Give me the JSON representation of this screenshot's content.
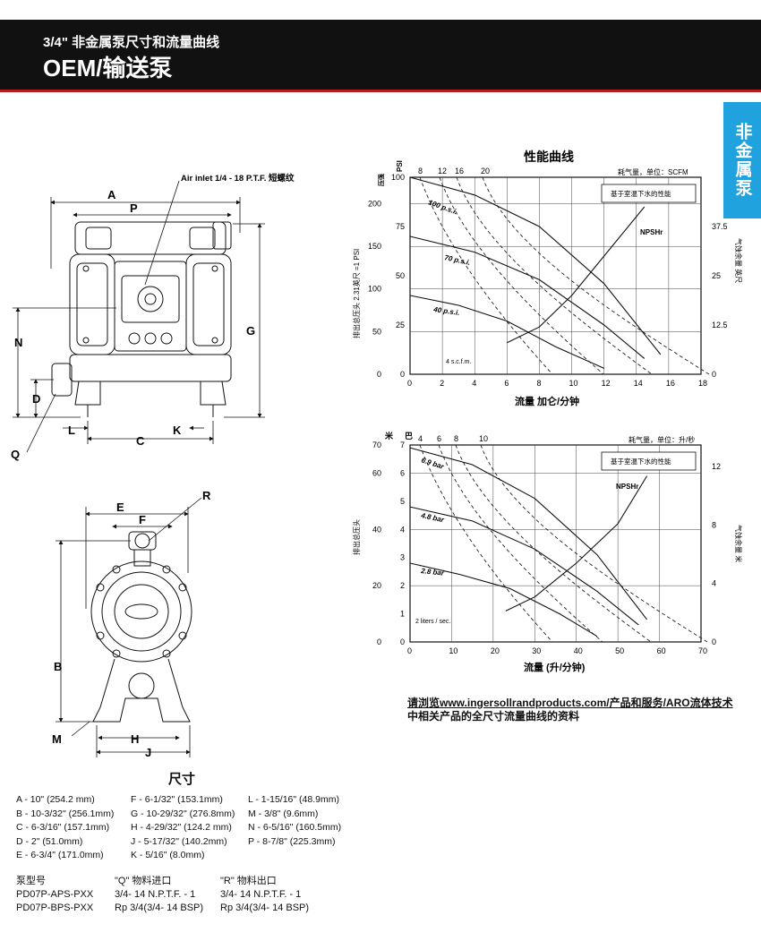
{
  "header": {
    "subtitle": "3/4\" 非金属泵尺寸和流量曲线",
    "title": "OEM/输送泵"
  },
  "side_tab": "非金属泵",
  "colors": {
    "header_bg": "#111111",
    "accent_red": "#b32020",
    "tab_blue": "#1fa2de"
  },
  "drawing_front": {
    "air_inlet_label": "Air inlet 1/4 - 18 P.T.F. 短螺纹",
    "dim_labels": [
      "A",
      "P",
      "N",
      "G",
      "D",
      "Q",
      "L",
      "C",
      "K"
    ]
  },
  "drawing_side": {
    "dim_labels": [
      "R",
      "E",
      "F",
      "B",
      "H",
      "J",
      "M"
    ]
  },
  "chart_top": {
    "title": "性能曲线",
    "scfm_label": "耗气量，单位：SCFM",
    "scfm_ticks": [
      "8",
      "12",
      "16",
      "20"
    ],
    "psi_axis_label": "PSI",
    "bar_axis_label": "压强",
    "y_label": "排出总压头 2.31英尺 =1 PSI",
    "x_label": "流量 加仑/分钟",
    "right_label": "气蚀余量 英尺",
    "legend": "基于室温下水的性能",
    "curve_labels": [
      "100 p.s.i.",
      "70 p.s.i.",
      "40 p.s.i.",
      "4 s.c.f.m.",
      "NPSHr"
    ],
    "x_ticks": [
      "0",
      "2",
      "4",
      "6",
      "8",
      "10",
      "12",
      "14",
      "16",
      "18"
    ],
    "y_ticks_ft": [
      "0",
      "50",
      "100",
      "150",
      "200"
    ],
    "y_ticks_psi": [
      "0",
      "25",
      "50",
      "75",
      "100"
    ],
    "right_ticks": [
      "0",
      "12.5",
      "25",
      "37.5"
    ]
  },
  "chart_bottom": {
    "scfm_label": "耗气量，单位：升/秒",
    "scfm_ticks": [
      "4",
      "6",
      "8",
      "10"
    ],
    "m_axis_label": "米",
    "bar_axis_label": "巴",
    "y_label": "排出总压头",
    "x_label": "流量 (升/分钟)",
    "right_label": "气蚀余量 米",
    "legend": "基于室温下水的性能",
    "curve_labels": [
      "6.9 bar",
      "4.8 bar",
      "2.8 bar",
      "2 liters / sec.",
      "NPSHr"
    ],
    "x_ticks": [
      "0",
      "10",
      "20",
      "30",
      "40",
      "50",
      "60",
      "70"
    ],
    "y_ticks_m": [
      "0",
      "20",
      "40",
      "60",
      "70"
    ],
    "y_ticks_bar": [
      "0",
      "1",
      "2",
      "3",
      "4",
      "5",
      "6",
      "7"
    ],
    "right_ticks": [
      "0",
      "4",
      "8",
      "12"
    ]
  },
  "chart_data": [
    {
      "type": "line",
      "title": "性能曲线",
      "xlabel": "流量 加仑/分钟",
      "ylabel": "排出总压头 2.31英尺 =1 PSI",
      "xlim": [
        0,
        18
      ],
      "ylim_psi": [
        0,
        100
      ],
      "series": [
        {
          "name": "100 p.s.i.",
          "x": [
            0,
            4,
            8,
            12,
            15.5
          ],
          "y": [
            100,
            91,
            75,
            46,
            10
          ]
        },
        {
          "name": "70 p.s.i.",
          "x": [
            0,
            4,
            8,
            12,
            14.5
          ],
          "y": [
            70,
            62,
            48,
            25,
            8
          ]
        },
        {
          "name": "40 p.s.i.",
          "x": [
            0,
            3,
            6,
            9,
            12
          ],
          "y": [
            40,
            35,
            27,
            14,
            3
          ]
        },
        {
          "name": "NPSHr",
          "x": [
            6,
            8,
            10,
            12,
            14.5
          ],
          "y": [
            16,
            24,
            40,
            60,
            85
          ]
        }
      ]
    },
    {
      "type": "line",
      "xlabel": "流量 (升/分钟)",
      "ylabel": "排出总压头",
      "xlim": [
        0,
        70
      ],
      "ylim_bar": [
        0,
        7
      ],
      "series": [
        {
          "name": "6.9 bar",
          "x": [
            0,
            15,
            30,
            45,
            57
          ],
          "y": [
            6.9,
            6.3,
            5.1,
            3.1,
            0.8
          ]
        },
        {
          "name": "4.8 bar",
          "x": [
            0,
            15,
            30,
            45,
            55
          ],
          "y": [
            4.8,
            4.3,
            3.3,
            1.8,
            0.6
          ]
        },
        {
          "name": "2.8 bar",
          "x": [
            0,
            12,
            24,
            36,
            45
          ],
          "y": [
            2.8,
            2.4,
            1.9,
            1.0,
            0.2
          ]
        },
        {
          "name": "NPSHr",
          "x": [
            23,
            30,
            40,
            50,
            57
          ],
          "y": [
            1.1,
            1.6,
            2.8,
            4.2,
            5.9
          ]
        }
      ]
    }
  ],
  "note": {
    "line1": "请浏览www.ingersollrandproducts.com/产品和服务/ARO流体技术",
    "line2": "中相关产品的全尺寸流量曲线的资料"
  },
  "dimensions": {
    "title": "尺寸",
    "col1": [
      "A - 10\" (254.2 mm)",
      "B - 10-3/32\" (256.1mm)",
      "C - 6-3/16\" (157.1mm)",
      "D - 2\" (51.0mm)",
      "E - 6-3/4\" (171.0mm)"
    ],
    "col2": [
      "F - 6-1/32\" (153.1mm)",
      "G - 10-29/32\" (276.8mm)",
      "H - 4-29/32\" (124.2 mm)",
      "J - 5-17/32\" (140.2mm)",
      "K - 5/16\" (8.0mm)"
    ],
    "col3": [
      "L - 1-15/16\" (48.9mm)",
      "M - 3/8\" (9.6mm)",
      "N - 6-5/16\" (160.5mm)",
      "P - 8-7/8\" (225.3mm)"
    ]
  },
  "models": {
    "header": [
      "泵型号",
      "\"Q\" 物料进口",
      "\"R\" 物料出口"
    ],
    "rows": [
      [
        "PD07P-APS-PXX",
        "3/4- 14 N.P.T.F. - 1",
        "3/4- 14 N.P.T.F. - 1"
      ],
      [
        "PD07P-BPS-PXX",
        "Rp 3/4(3/4- 14 BSP)",
        "Rp 3/4(3/4- 14 BSP)"
      ]
    ]
  }
}
